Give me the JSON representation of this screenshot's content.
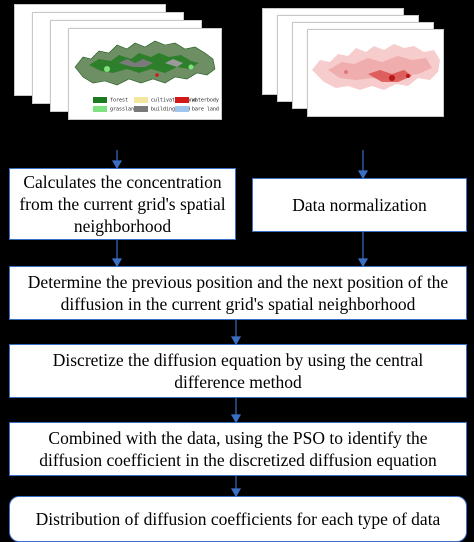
{
  "left_map": {
    "legend": [
      {
        "label": "forest",
        "color": "#1e7a1e"
      },
      {
        "label": "cultivated land",
        "color": "#f3e7a0"
      },
      {
        "label": "waterbody",
        "color": "#d21a1a"
      },
      {
        "label": "grassland",
        "color": "#7ee27e"
      },
      {
        "label": "building land",
        "color": "#7a7a7a"
      },
      {
        "label": "bare land",
        "color": "#9fc7ee"
      }
    ]
  },
  "right_map": {},
  "boxes": {
    "concentration": "Calculates the concentration from the current grid's spatial neighborhood",
    "normalization": "Data normalization",
    "position": "Determine the previous position and the next position of the diffusion in the current grid's spatial neighborhood",
    "discretize": "Discretize the diffusion equation by using the central difference method",
    "pso": "Combined with the data, using the PSO to identify the diffusion coefficient in the discretized diffusion equation",
    "distribution": "Distribution of diffusion coefficients for each type of data"
  },
  "colors": {
    "arrow": "#3a6fc4",
    "box_border": "#3a6fc4",
    "background": "#000000"
  }
}
